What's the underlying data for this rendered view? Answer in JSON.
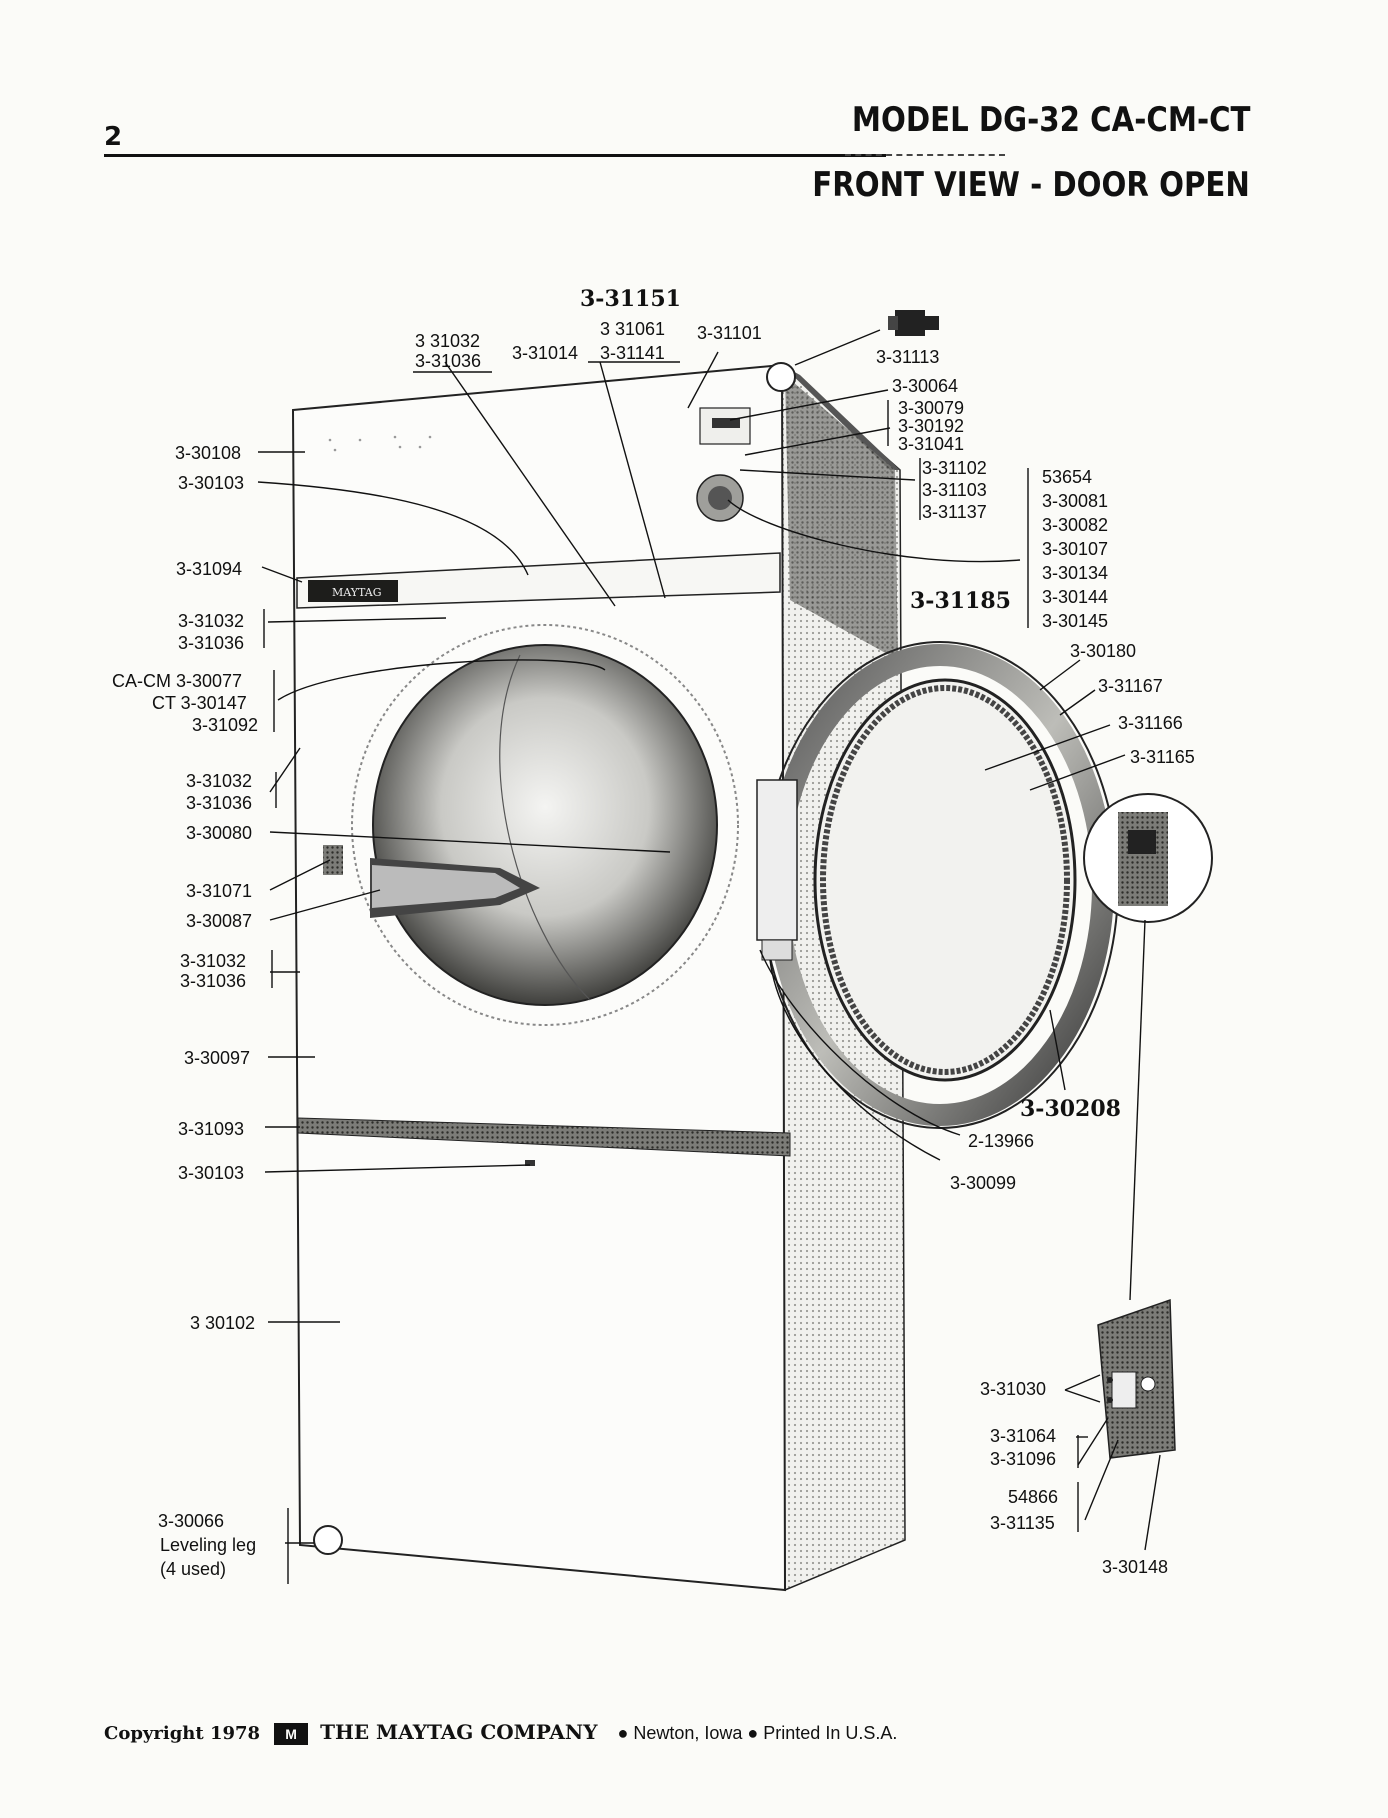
{
  "page_number": "2",
  "header": {
    "model": "MODEL  DG-32  CA-CM-CT",
    "view": "FRONT VIEW - DOOR OPEN"
  },
  "labels": {
    "p3_31151": "3-31151",
    "p3_31061": "3 31061",
    "p3_31101": "3-31101",
    "p3_31032_top": "3 31032",
    "p3_31036_top": "3-31036",
    "p3_31014": "3-31014",
    "p3_31141": "3-31141",
    "p3_31113": "3-31113",
    "p3_30064": "3-30064",
    "p3_30079": "3-30079",
    "p3_30192": "3-30192",
    "p3_31041": "3-31041",
    "p3_31102": "3-31102",
    "p3_31103": "3-31103",
    "p3_31137": "3-31137",
    "p53654": "53654",
    "p3_30081": "3-30081",
    "p3_30082": "3-30082",
    "p3_30107": "3-30107",
    "p3_30134": "3-30134",
    "p3_30144": "3-30144",
    "p3_30145": "3-30145",
    "p3_31185": "3-31185",
    "p3_30180": "3-30180",
    "p3_31167": "3-31167",
    "p3_31166": "3-31166",
    "p3_31165": "3-31165",
    "p3_30108": "3-30108",
    "p3_30103_a": "3-30103",
    "p3_31094": "3-31094",
    "p3_31032_a": "3-31032",
    "p3_31036_a": "3-31036",
    "ca_cm": "CA-CM  3-30077",
    "ct": "CT  3-30147",
    "p3_31092": "3-31092",
    "p3_31032_b": "3-31032",
    "p3_31036_b": "3-31036",
    "p3_30080": "3-30080",
    "p3_31071": "3-31071",
    "p3_30087": "3-30087",
    "p3_31032_c": "3-31032",
    "p3_31036_c": "3-31036",
    "p3_30097": "3-30097",
    "p3_31093": "3-31093",
    "p3_30103_b": "3-30103",
    "p3_30102": "3 30102",
    "p3_30066": "3-30066",
    "leveling": "Leveling  leg",
    "used": "(4  used)",
    "p3_30208": "3-30208",
    "p2_13966": "2-13966",
    "p3_30099": "3-30099",
    "p3_31030": "3-31030",
    "p3_31064": "3-31064",
    "p3_31096": "3-31096",
    "p54866": "54866",
    "p3_31135": "3-31135",
    "p3_30148": "3-30148"
  },
  "panel_logo": "MAYTAG",
  "footer": {
    "copyright": "Copyright 1978",
    "logo_mark": "M",
    "company": "THE MAYTAG COMPANY",
    "location": "●  Newton, Iowa  ●  Printed In U.S.A."
  }
}
